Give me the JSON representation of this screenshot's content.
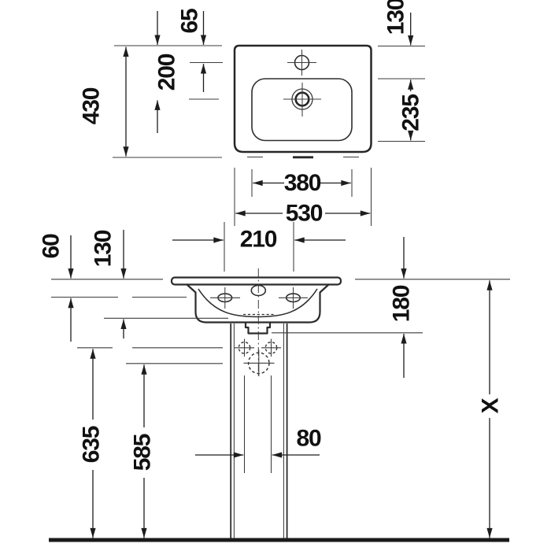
{
  "colors": {
    "line": "#2b2b2b",
    "text": "#111111",
    "background": "#ffffff"
  },
  "plan_view": {
    "dim_faucet_offset": "65",
    "dim_drain_offset": "200",
    "dim_depth": "430",
    "dim_basin_offset": "130",
    "dim_basin_depth": "235",
    "dim_basin_width": "380",
    "dim_width": "530"
  },
  "front_view": {
    "dim_rim_to_holes": "60",
    "dim_rim_to_underside": "130",
    "dim_hole_spacing": "210",
    "dim_rim_to_outlet": "180",
    "dim_holes_height": "635",
    "dim_outlet_height": "585",
    "dim_channel_width": "80",
    "dim_installation_height": "X"
  }
}
